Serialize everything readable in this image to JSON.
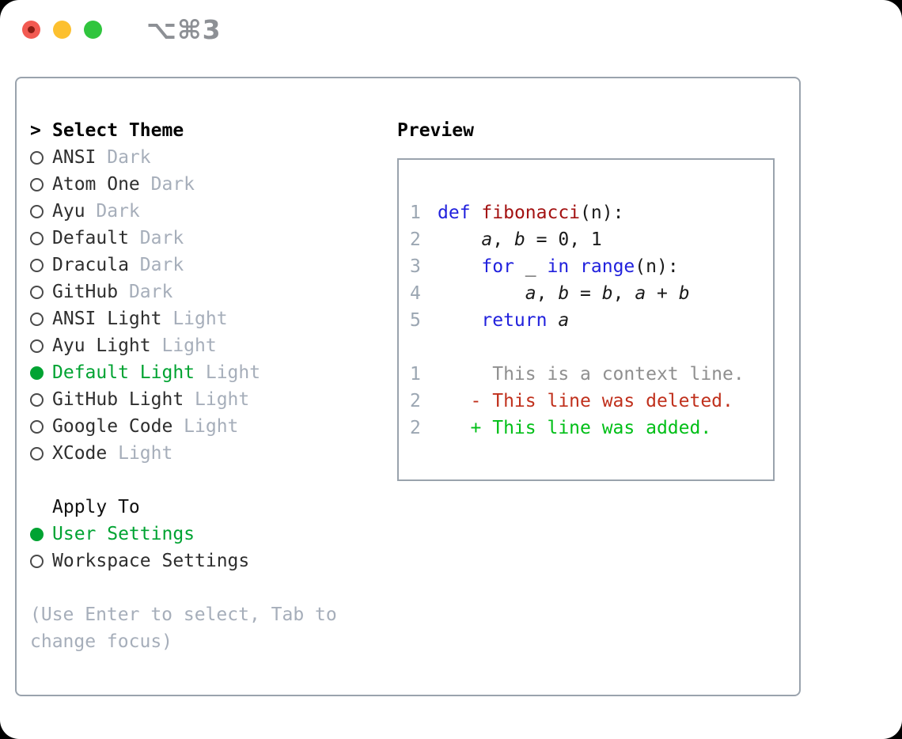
{
  "colors": {
    "accent_green": "#00a332",
    "keyword_blue": "#2121dd",
    "function_red": "#a31212",
    "deleted_red": "#c0301c",
    "added_green": "#00bf17",
    "context_gray": "#8f8f8f",
    "muted_gray": "#a6aeba",
    "line_number_gray": "#9ba6b2",
    "border_gray": "#9aa3ad",
    "traffic_red": "#f25a52",
    "traffic_yellow": "#fcc02f",
    "traffic_green": "#30c53e"
  },
  "titlebar": {
    "shortcut": "⌥⌘3",
    "buttons": [
      {
        "name": "close",
        "color": "#f25a52",
        "has_inner_dot": true
      },
      {
        "name": "minimize",
        "color": "#fcc02f",
        "has_inner_dot": false
      },
      {
        "name": "zoom",
        "color": "#30c53e",
        "has_inner_dot": false
      }
    ]
  },
  "theme_panel": {
    "header_marker": ">",
    "header": "Select Theme",
    "themes": [
      {
        "name": "ANSI",
        "variant": "Dark",
        "selected": false
      },
      {
        "name": "Atom One",
        "variant": "Dark",
        "selected": false
      },
      {
        "name": "Ayu",
        "variant": "Dark",
        "selected": false
      },
      {
        "name": "Default",
        "variant": "Dark",
        "selected": false
      },
      {
        "name": "Dracula",
        "variant": "Dark",
        "selected": false
      },
      {
        "name": "GitHub",
        "variant": "Dark",
        "selected": false
      },
      {
        "name": "ANSI Light",
        "variant": "Light",
        "selected": false
      },
      {
        "name": "Ayu Light",
        "variant": "Light",
        "selected": false
      },
      {
        "name": "Default Light",
        "variant": "Light",
        "selected": true
      },
      {
        "name": "GitHub Light",
        "variant": "Light",
        "selected": false
      },
      {
        "name": "Google Code",
        "variant": "Light",
        "selected": false
      },
      {
        "name": "XCode",
        "variant": "Light",
        "selected": false
      }
    ],
    "apply_to": {
      "header": "Apply To",
      "options": [
        {
          "name": "User Settings",
          "selected": true
        },
        {
          "name": "Workspace Settings",
          "selected": false
        }
      ]
    },
    "hint_lines": [
      "(Use Enter to select, Tab to",
      "change focus)"
    ]
  },
  "preview_panel": {
    "header": "Preview",
    "lines": [
      {
        "num": "",
        "tokens": []
      },
      {
        "num": "1",
        "tokens": [
          {
            "text": "def",
            "style": "kw"
          },
          {
            "text": " "
          },
          {
            "text": "fibonacci",
            "style": "fn"
          },
          {
            "text": "(n):"
          }
        ]
      },
      {
        "num": "2",
        "tokens": [
          {
            "text": "    "
          },
          {
            "text": "a",
            "style": "var"
          },
          {
            "text": ", "
          },
          {
            "text": "b",
            "style": "var"
          },
          {
            "text": " = 0, 1"
          }
        ]
      },
      {
        "num": "3",
        "tokens": [
          {
            "text": "    "
          },
          {
            "text": "for",
            "style": "kw"
          },
          {
            "text": " _ "
          },
          {
            "text": "in",
            "style": "kw"
          },
          {
            "text": " "
          },
          {
            "text": "range",
            "style": "kw"
          },
          {
            "text": "(n):"
          }
        ]
      },
      {
        "num": "4",
        "tokens": [
          {
            "text": "        "
          },
          {
            "text": "a",
            "style": "var"
          },
          {
            "text": ", "
          },
          {
            "text": "b",
            "style": "var"
          },
          {
            "text": " = "
          },
          {
            "text": "b",
            "style": "var"
          },
          {
            "text": ", "
          },
          {
            "text": "a",
            "style": "var"
          },
          {
            "text": " + "
          },
          {
            "text": "b",
            "style": "var"
          }
        ]
      },
      {
        "num": "5",
        "tokens": [
          {
            "text": "    "
          },
          {
            "text": "return",
            "style": "kw"
          },
          {
            "text": " "
          },
          {
            "text": "a",
            "style": "var"
          }
        ]
      },
      {
        "num": "",
        "tokens": []
      },
      {
        "num": "1",
        "tokens": [
          {
            "text": "     This is a context line.",
            "style": "ctx"
          }
        ]
      },
      {
        "num": "2",
        "tokens": [
          {
            "text": "   - This line was deleted.",
            "style": "del"
          }
        ]
      },
      {
        "num": "2",
        "tokens": [
          {
            "text": "   + This line was added.",
            "style": "add"
          }
        ]
      },
      {
        "num": "",
        "tokens": []
      }
    ]
  }
}
